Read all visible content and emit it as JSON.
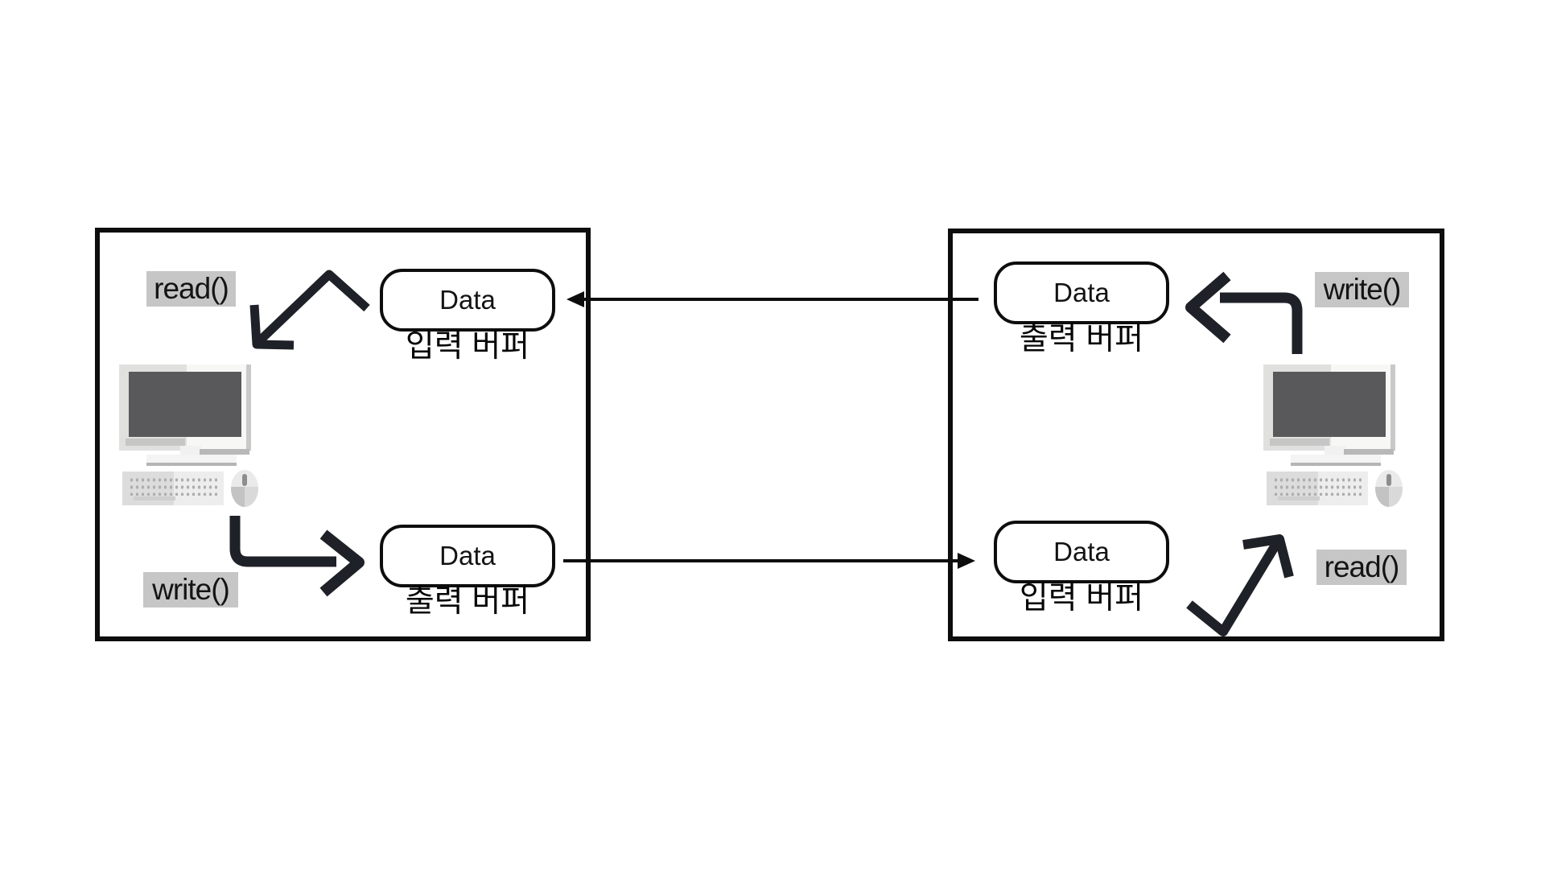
{
  "colors": {
    "ink": "#0d0d0d",
    "arrow": "#1e2127",
    "highlight_bg": "#c6c6c6",
    "screen_fill": "#59595b",
    "background": "#ffffff"
  },
  "icons": {
    "left_computer": "desktop-computer-icon",
    "right_computer": "desktop-computer-icon"
  },
  "left_host": {
    "read_label": "read()",
    "write_label": "write()",
    "input_buffer": {
      "value": "Data",
      "caption": "입력 버퍼"
    },
    "output_buffer": {
      "value": "Data",
      "caption": "출력 버퍼"
    }
  },
  "right_host": {
    "write_label": "write()",
    "read_label": "read()",
    "output_buffer": {
      "value": "Data",
      "caption": "출력 버퍼"
    },
    "input_buffer": {
      "value": "Data",
      "caption": "입력 버퍼"
    }
  }
}
